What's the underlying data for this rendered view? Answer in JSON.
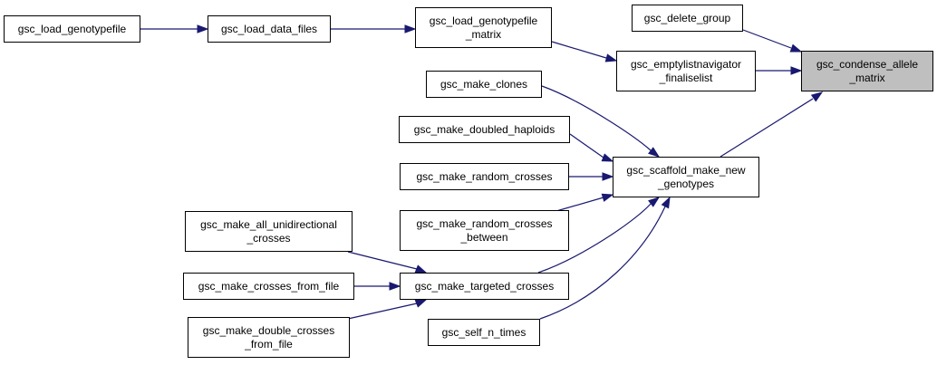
{
  "colors": {
    "edge": "#191970",
    "focus_fill": "#bfbfbf",
    "node_border": "#000000",
    "node_fill": "#ffffff"
  },
  "nodes": {
    "load_genotypefile": {
      "lines": [
        "gsc_load_genotypefile"
      ]
    },
    "load_data_files": {
      "lines": [
        "gsc_load_data_files"
      ]
    },
    "load_genotypefile_matrix": {
      "lines": [
        "gsc_load_genotypefile",
        "_matrix"
      ]
    },
    "delete_group": {
      "lines": [
        "gsc_delete_group"
      ]
    },
    "emptylistnavigator_finaliselist": {
      "lines": [
        "gsc_emptylistnavigator",
        "_finaliselist"
      ]
    },
    "condense_allele_matrix": {
      "lines": [
        "gsc_condense_allele",
        "_matrix"
      ]
    },
    "make_clones": {
      "lines": [
        "gsc_make_clones"
      ]
    },
    "make_doubled_haploids": {
      "lines": [
        "gsc_make_doubled_haploids"
      ]
    },
    "make_random_crosses": {
      "lines": [
        "gsc_make_random_crosses"
      ]
    },
    "scaffold_make_new_genotypes": {
      "lines": [
        "gsc_scaffold_make_new",
        "_genotypes"
      ]
    },
    "make_random_crosses_between": {
      "lines": [
        "gsc_make_random_crosses",
        "_between"
      ]
    },
    "make_all_unidirectional_crosses": {
      "lines": [
        "gsc_make_all_unidirectional",
        "_crosses"
      ]
    },
    "make_crosses_from_file": {
      "lines": [
        "gsc_make_crosses_from_file"
      ]
    },
    "make_targeted_crosses": {
      "lines": [
        "gsc_make_targeted_crosses"
      ]
    },
    "make_double_crosses_from_file": {
      "lines": [
        "gsc_make_double_crosses",
        "_from_file"
      ]
    },
    "self_n_times": {
      "lines": [
        "gsc_self_n_times"
      ]
    }
  }
}
